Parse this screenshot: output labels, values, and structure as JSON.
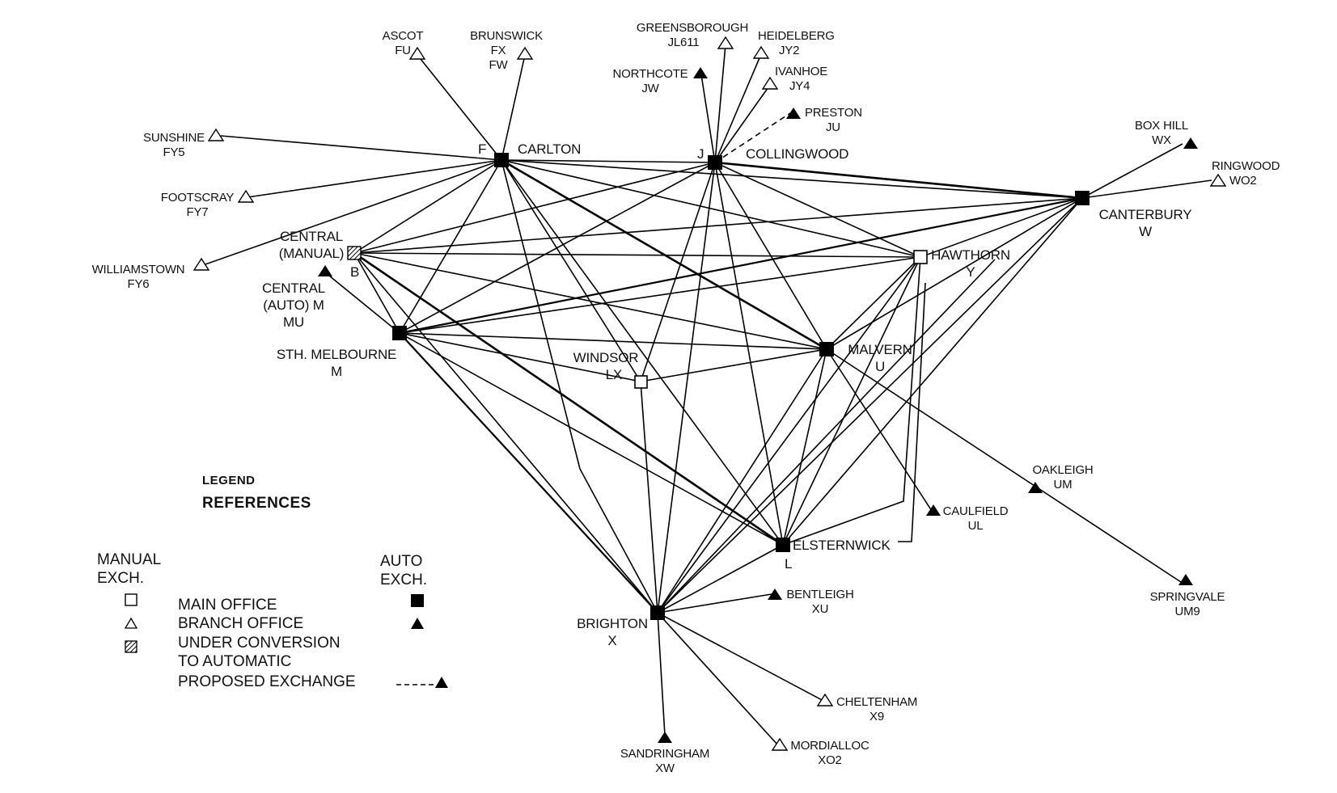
{
  "diagram": {
    "exchanges": {
      "ascot": {
        "name": "ASCOT",
        "code": "FU"
      },
      "brunswick": {
        "name": "BRUNSWICK",
        "code1": "FX",
        "code2": "FW"
      },
      "greensborough": {
        "name": "GREENSBOROUGH",
        "code": "JL611"
      },
      "heidelberg": {
        "name": "HEIDELBERG",
        "code": "JY2"
      },
      "ivanhoe": {
        "name": "IVANHOE",
        "code": "JY4"
      },
      "northcote": {
        "name": "NORTHCOTE",
        "code": "JW"
      },
      "preston": {
        "name": "PRESTON",
        "code": "JU"
      },
      "box_hill": {
        "name": "BOX HILL",
        "code": "WX"
      },
      "ringwood": {
        "name": "RINGWOOD",
        "code": "WO2"
      },
      "sunshine": {
        "name": "SUNSHINE",
        "code": "FY5"
      },
      "footscray": {
        "name": "FOOTSCRAY",
        "code": "FY7"
      },
      "williamstown": {
        "name": "WILLIAMSTOWN",
        "code": "FY6"
      },
      "carlton": {
        "name": "CARLTON",
        "code": "F"
      },
      "collingwood": {
        "name": "COLLINGWOOD",
        "code": "J"
      },
      "canterbury": {
        "name": "CANTERBURY",
        "code": "W"
      },
      "central_manual": {
        "name1": "CENTRAL",
        "name2": "(MANUAL)",
        "code": "B"
      },
      "central_auto": {
        "name1": "CENTRAL",
        "name2": "(AUTO) M",
        "code": "MU"
      },
      "hawthorn": {
        "name": "HAWTHORN",
        "code": "Y"
      },
      "sth_melbourne": {
        "name": "STH. MELBOURNE",
        "code": "M"
      },
      "windsor": {
        "name": "WINDSOR",
        "code": "LX"
      },
      "malvern": {
        "name": "MALVERN",
        "code": "U"
      },
      "oakleigh": {
        "name": "OAKLEIGH",
        "code": "UM"
      },
      "caulfield": {
        "name": "CAULFIELD",
        "code": "UL"
      },
      "elsternwick": {
        "name": "ELSTERNWICK",
        "code": "L"
      },
      "springvale": {
        "name": "SPRINGVALE",
        "code": "UM9"
      },
      "bentleigh": {
        "name": "BENTLEIGH",
        "code": "XU"
      },
      "brighton": {
        "name": "BRIGHTON",
        "code": "X"
      },
      "cheltenham": {
        "name": "CHELTENHAM",
        "code": "X9"
      },
      "mordialloc": {
        "name": "MORDIALLOC",
        "code": "XO2"
      },
      "sandringham": {
        "name": "SANDRINGHAM",
        "code": "XW"
      }
    }
  },
  "legend": {
    "title": "LEGEND",
    "subtitle": "REFERENCES",
    "manual_header1": "MANUAL",
    "manual_header2": "EXCH.",
    "auto_header1": "AUTO",
    "auto_header2": "EXCH.",
    "main_office": "MAIN OFFICE",
    "branch_office": "BRANCH OFFICE",
    "under_conversion1": "UNDER CONVERSION",
    "under_conversion2": "TO AUTOMATIC",
    "proposed": "PROPOSED EXCHANGE"
  }
}
